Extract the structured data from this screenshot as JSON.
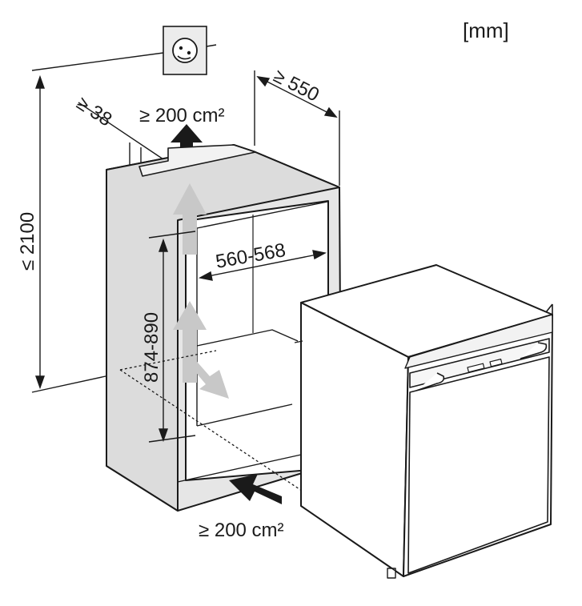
{
  "unit_label": "[mm]",
  "dimensions": {
    "max_height": "≤ 2100",
    "min_depth": "≥ 550",
    "min_gap": "≥ 38",
    "niche_width": "560-568",
    "niche_height": "874-890"
  },
  "ventilation": {
    "top_opening": "≥ 200 cm²",
    "bottom_opening": "≥ 200 cm²"
  },
  "icons": [
    "power-socket-icon",
    "airflow-arrow-icon"
  ],
  "colors": {
    "line": "#1a1a1a",
    "cabinet_fill": "#e6e6e6",
    "niche_fill": "#ffffff",
    "airflow_arrow": "#c8c8c8",
    "appliance_fill": "#ffffff"
  }
}
